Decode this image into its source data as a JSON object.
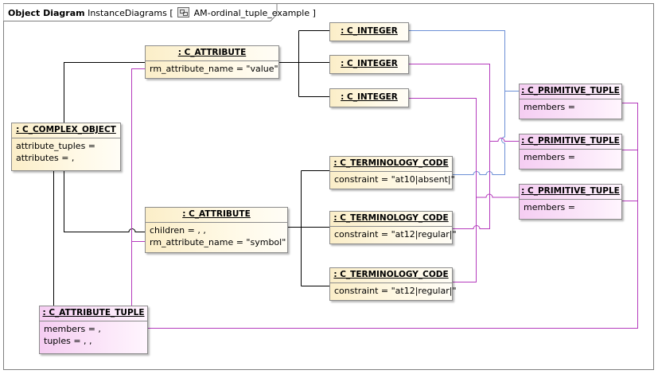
{
  "diagram": {
    "kind": "Object Diagram",
    "package": "InstanceDiagrams",
    "name": "AM-ordinal_tuple_example",
    "bracket_open": "[",
    "bracket_close": "]"
  },
  "colors": {
    "association": "#000000",
    "purple_link": "#b53bbd",
    "blue_link": "#6b8fd6",
    "yellow_fill": "#fbeec8",
    "pink_fill": "#f5cdf2"
  },
  "nodes": {
    "complex_object": {
      "title": ": C_COMPLEX_OBJECT",
      "attrs": [
        "attribute_tuples =",
        "attributes = ,"
      ]
    },
    "attribute_value": {
      "title": ": C_ATTRIBUTE",
      "attrs": [
        "rm_attribute_name = \"value\""
      ]
    },
    "attribute_symbol": {
      "title": ": C_ATTRIBUTE",
      "attrs": [
        "children = , ,",
        "rm_attribute_name = \"symbol\""
      ]
    },
    "attribute_tuple": {
      "title": ": C_ATTRIBUTE_TUPLE",
      "attrs": [
        "members = ,",
        "tuples = , ,"
      ]
    },
    "integer_1": {
      "title": ": C_INTEGER",
      "attrs": []
    },
    "integer_2": {
      "title": ": C_INTEGER",
      "attrs": []
    },
    "integer_3": {
      "title": ": C_INTEGER",
      "attrs": []
    },
    "term_1": {
      "title": ": C_TERMINOLOGY_CODE",
      "attrs": [
        "constraint = \"at10|absent|\""
      ]
    },
    "term_2": {
      "title": ": C_TERMINOLOGY_CODE",
      "attrs": [
        "constraint = \"at12|regular|\""
      ]
    },
    "term_3": {
      "title": ": C_TERMINOLOGY_CODE",
      "attrs": [
        "constraint = \"at12|regular|\""
      ]
    },
    "tuple_1": {
      "title": ": C_PRIMITIVE_TUPLE",
      "attrs": [
        "members ="
      ]
    },
    "tuple_2": {
      "title": ": C_PRIMITIVE_TUPLE",
      "attrs": [
        "members ="
      ]
    },
    "tuple_3": {
      "title": ": C_PRIMITIVE_TUPLE",
      "attrs": [
        "members ="
      ]
    }
  }
}
